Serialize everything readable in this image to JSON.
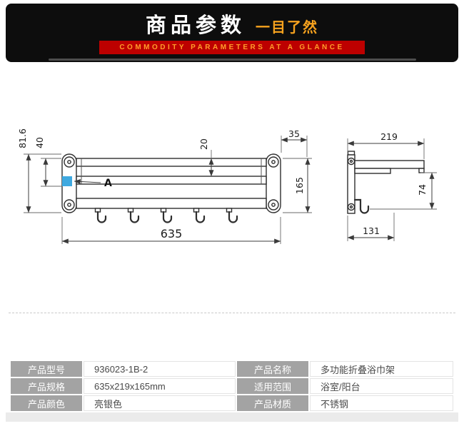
{
  "header": {
    "title": "商品参数",
    "subtitle": "一目了然",
    "tagline": "COMMODITY PARAMETERS AT A GLANCE"
  },
  "drawing": {
    "d81": "81.6",
    "d40": "40",
    "d20": "20",
    "d35": "35",
    "d165": "165",
    "d635": "635",
    "d219": "219",
    "d74": "74",
    "d131": "131",
    "a": "A"
  },
  "colors": {
    "accent_orange": "#f6a21e",
    "band_red": "#bd0000",
    "highlight_blue": "#3fa9e0",
    "label_gray": "#a3a3a3"
  },
  "table": {
    "rows": [
      {
        "l1": "产品型号",
        "v1": "936023-1B-2",
        "l2": "产品名称",
        "v2": "多功能折叠浴巾架"
      },
      {
        "l1": "产品规格",
        "v1": "635x219x165mm",
        "l2": "适用范围",
        "v2": "浴室/阳台"
      },
      {
        "l1": "产品颜色",
        "v1": "亮银色",
        "l2": "产品材质",
        "v2": "不锈钢"
      }
    ]
  }
}
